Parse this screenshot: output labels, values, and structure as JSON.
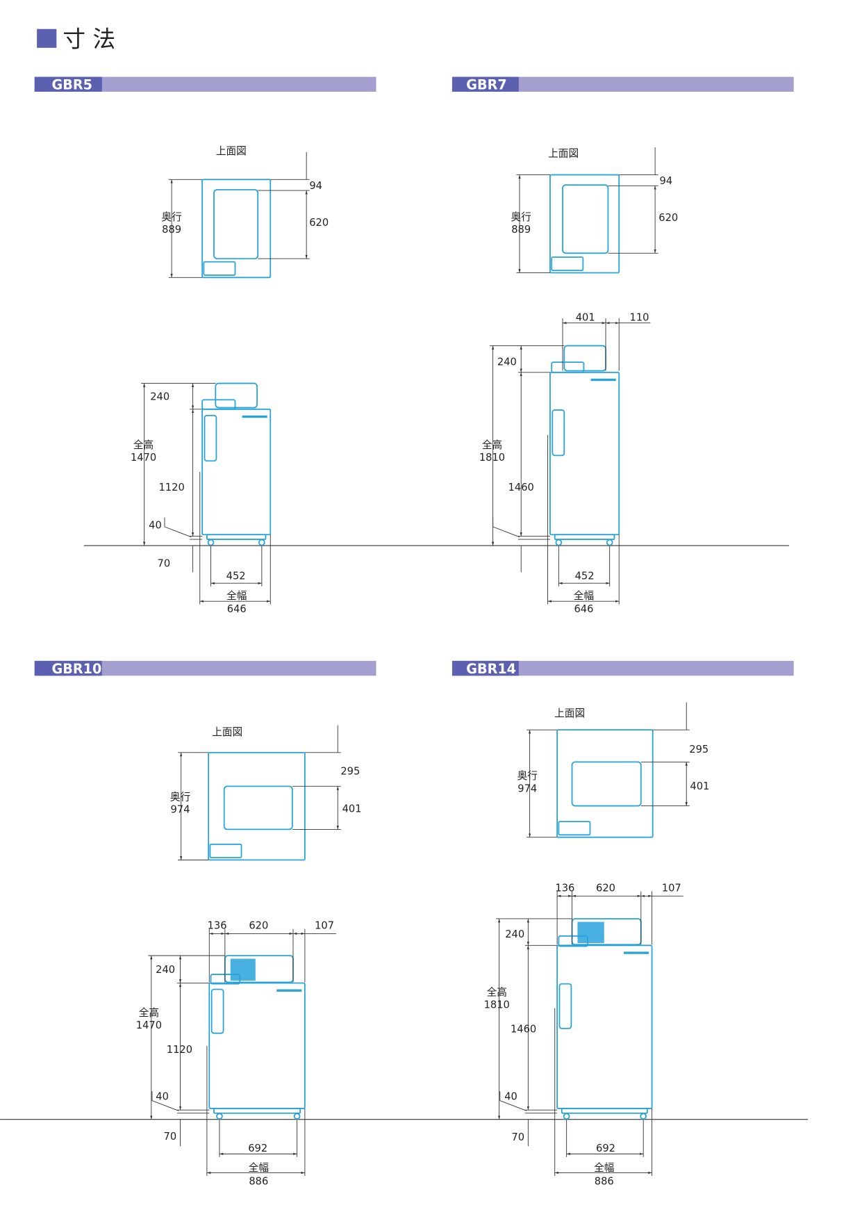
{
  "page": {
    "title": "寸 法"
  },
  "colors": {
    "header_dark": "#5b60b0",
    "header_light": "#a3a0d0",
    "unit_line": "#29a3dc"
  },
  "models": [
    {
      "name": "GBR5",
      "top_view_label": "上面図",
      "depth_label": "奥行",
      "depth": "889",
      "top_dims": [
        "94",
        "620"
      ],
      "height_label": "全高",
      "height": "1470",
      "upper": "240",
      "body": "1120",
      "base": "40",
      "leg": "70",
      "caster": "452",
      "width_label": "全幅",
      "width": "646"
    },
    {
      "name": "GBR7",
      "top_view_label": "上面図",
      "depth_label": "奥行",
      "depth": "889",
      "top_dims": [
        "94",
        "620"
      ],
      "height_label": "全高",
      "height": "1810",
      "upper": "240",
      "body": "1460",
      "upper_widths": [
        "401",
        "110"
      ],
      "caster": "452",
      "width_label": "全幅",
      "width": "646"
    },
    {
      "name": "GBR10",
      "top_view_label": "上面図",
      "depth_label": "奥行",
      "depth": "974",
      "top_dims": [
        "295",
        "401"
      ],
      "height_label": "全高",
      "height": "1470",
      "upper": "240",
      "body": "1120",
      "base": "40",
      "leg": "70",
      "upper_widths": [
        "136",
        "620",
        "107"
      ],
      "caster": "692",
      "width_label": "全幅",
      "width": "886"
    },
    {
      "name": "GBR14",
      "top_view_label": "上面図",
      "depth_label": "奥行",
      "depth": "974",
      "top_dims": [
        "295",
        "401"
      ],
      "height_label": "全高",
      "height": "1810",
      "upper": "240",
      "body": "1460",
      "base": "40",
      "leg": "70",
      "upper_widths": [
        "136",
        "620",
        "107"
      ],
      "caster": "692",
      "width_label": "全幅",
      "width": "886"
    }
  ]
}
